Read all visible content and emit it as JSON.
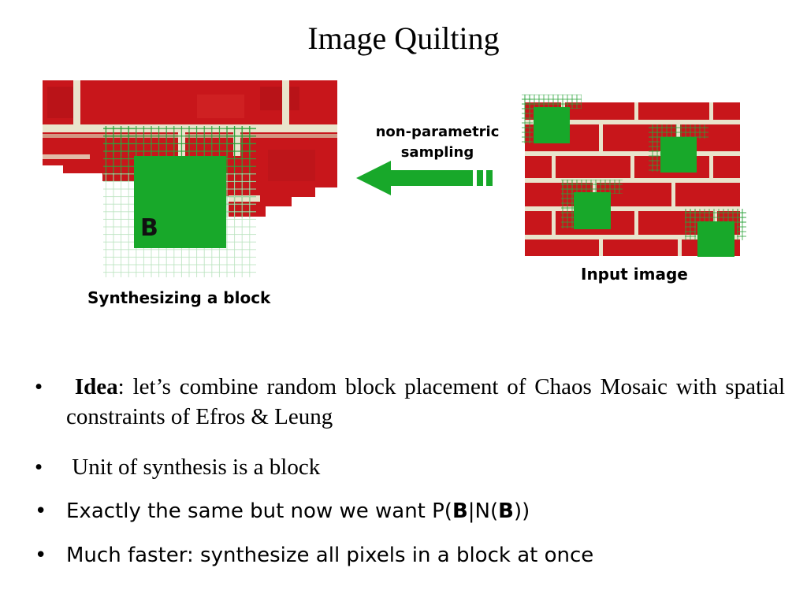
{
  "title": "Image Quilting",
  "figure": {
    "left_caption": "Synthesizing a block",
    "block_label": "B",
    "arrow_label_line1": "non-parametric",
    "arrow_label_line2": "sampling",
    "right_caption": "Input image",
    "colors": {
      "brick": "#c8161b",
      "mortar": "#e9e4cc",
      "block_green": "#18a82a",
      "grid_green": "#2aa33a"
    }
  },
  "bullets": [
    {
      "bullet": "•",
      "bold": "Idea",
      "rest": ": let’s combine random block placement of Chaos Mosaic with spatial constraints of Efros & Leung"
    },
    {
      "bullet": "•",
      "text": "Unit of synthesis is a block"
    },
    {
      "bullet": "•",
      "pre": "Exactly the same but now we want P(",
      "b1": "B",
      "mid": "|N(",
      "b2": "B",
      "post": "))"
    },
    {
      "bullet": "•",
      "text": "Much faster: synthesize all pixels in a block at once"
    }
  ]
}
